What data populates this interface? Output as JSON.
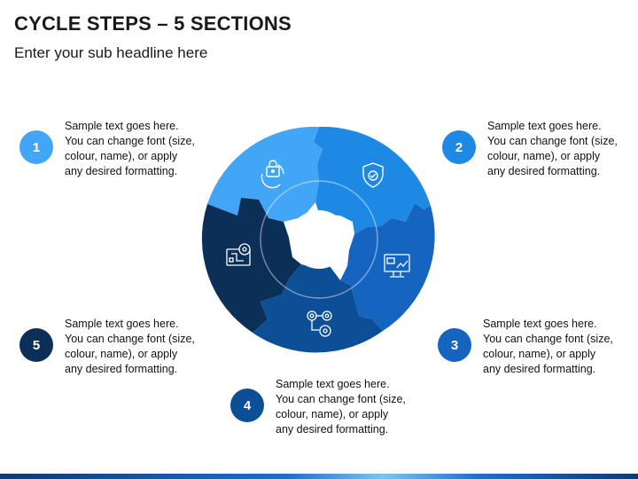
{
  "header": {
    "title": "CYCLE STEPS – 5 SECTIONS",
    "subtitle": "Enter your sub headline here"
  },
  "colors": {
    "step1": "#42a5f5",
    "step2": "#1e88e5",
    "step3": "#1565c0",
    "step4": "#0d4f96",
    "step5": "#0b2f57"
  },
  "steps": [
    {
      "number": "1",
      "icon": "lock-refresh-icon",
      "lines": [
        "Sample text goes here.",
        "You can change font (size,",
        "colour, name), or apply",
        "any desired formatting."
      ]
    },
    {
      "number": "2",
      "icon": "shield-check-icon",
      "lines": [
        "Sample text goes here.",
        "You can change font (size,",
        "colour, name), or apply",
        "any desired formatting."
      ]
    },
    {
      "number": "3",
      "icon": "dashboard-monitor-icon",
      "lines": [
        "Sample text goes here.",
        "You can change font (size,",
        "colour, name), or apply",
        "any desired formatting."
      ]
    },
    {
      "number": "4",
      "icon": "gears-workflow-icon",
      "lines": [
        "Sample text goes here.",
        "You can change font (size,",
        "colour, name), or apply",
        "any desired formatting."
      ]
    },
    {
      "number": "5",
      "icon": "blueprint-gear-icon",
      "lines": [
        "Sample text goes here.",
        "You can change font (size,",
        "colour, name), or apply",
        "any desired formatting."
      ]
    }
  ]
}
